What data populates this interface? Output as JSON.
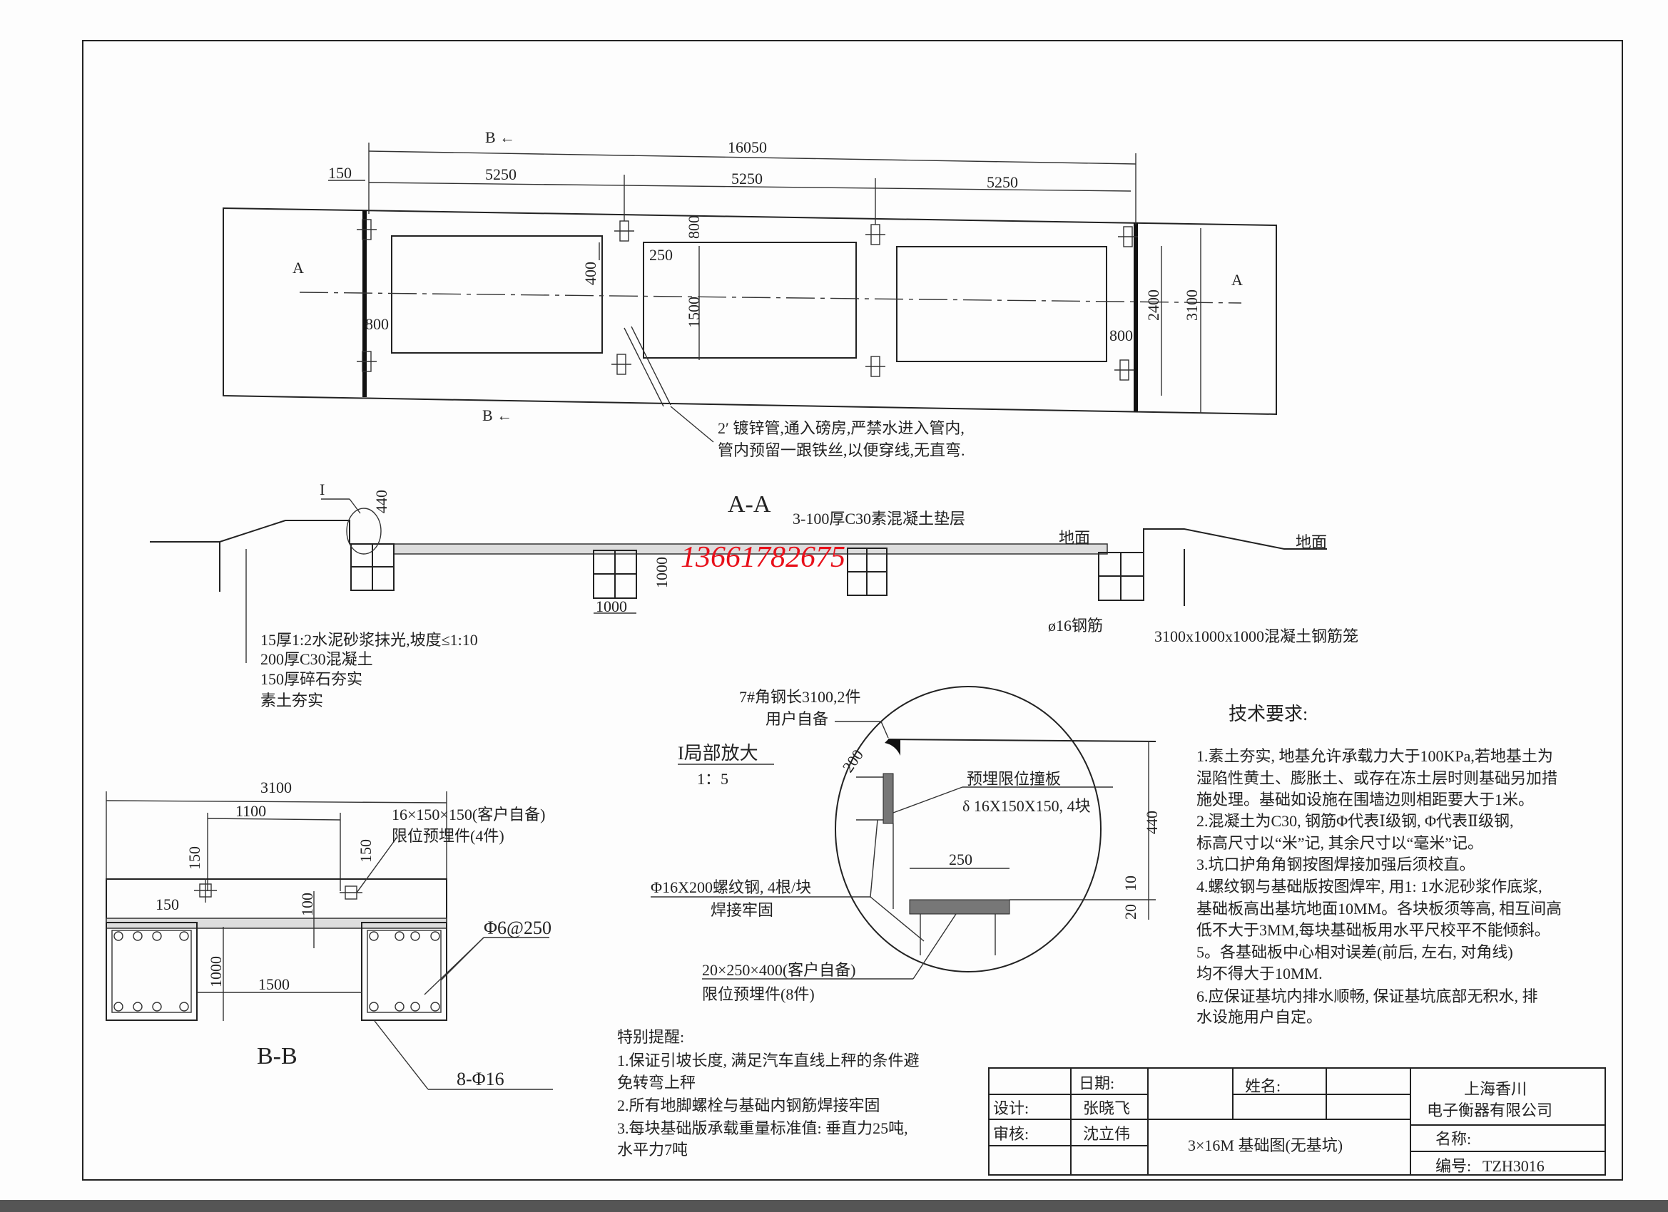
{
  "plan": {
    "b_marker_top": "B ←",
    "b_marker_bottom": "B ←",
    "a_marker_left": "A",
    "a_marker_right": "A",
    "dim_total": "16050",
    "dim_offset": "150",
    "dim_segments": [
      "5250",
      "5250",
      "5250"
    ],
    "dim_800_top": "800",
    "dim_400": "400",
    "dim_250": "250",
    "dim_1500": "1500",
    "dim_800_left": "800",
    "dim_800_right": "800",
    "dim_2400": "2400",
    "dim_3100": "3100",
    "pipe_note": [
      "2′ 镀锌管,通入磅房,严禁水进入管内,",
      "管内预留一跟铁丝,以便穿线,无直弯."
    ]
  },
  "section_aa": {
    "title": "A-A",
    "detail_marker": "I",
    "dim_440": "440",
    "cushion_label": "3-100厚C30素混凝土垫层",
    "ground_label_1": "地面",
    "ground_label_2": "地面",
    "dim_box_width": "1000",
    "dim_box_height": "1000",
    "phone_watermark": "13661782675",
    "layers": [
      "15厚1:2水泥砂浆抹光,坡度≤1:10",
      "200厚C30混凝土",
      "150厚碎石夯实",
      "素土夯实"
    ],
    "rebar_label": "ø16钢筋",
    "cage_label": "3100x1000x1000混凝土钢筋笼"
  },
  "detail_i": {
    "title": "I局部放大",
    "scale": "1：5",
    "angle_steel": "7#角钢长3100,2件",
    "angle_steel_note": "用户自备",
    "dim_200": "200",
    "stop_plate": "预埋限位撞板",
    "stop_plate_spec": "δ 16X150X150, 4块",
    "dim_440": "440",
    "dim_250": "250",
    "dim_10": "10",
    "dim_20": "20",
    "rebar": "Φ16X200螺纹钢, 4根/块",
    "rebar_note": "焊接牢固",
    "embed": "20×250×400(客户自备)",
    "embed_note": "限位预埋件(8件)"
  },
  "section_bb": {
    "title": "B-B",
    "dim_3100": "3100",
    "dim_1100": "1100",
    "dim_150_a": "150",
    "dim_150_b": "150",
    "dim_150_c": "150",
    "dim_100": "100",
    "dim_1000": "1000",
    "dim_1500": "1500",
    "embed_spec": "16×150×150(客户自备)",
    "embed_note": "限位预埋件(4件)",
    "stirrup": "Φ6@250",
    "main_rebar": "8-Φ16"
  },
  "special_notes": {
    "title": "特别提醒:",
    "lines": [
      "1.保证引坡长度, 满足汽车直线上秤的条件避",
      "免转弯上秤",
      "2.所有地脚螺栓与基础内钢筋焊接牢固",
      "3.每块基础版承载重量标准值: 垂直力25吨,",
      "水平力7吨"
    ]
  },
  "tech_requirements": {
    "title": "技术要求:",
    "lines": [
      "1.素土夯实, 地基允许承载力大于100KPa,若地基土为",
      "湿陷性黄土、膨胀土、或存在冻土层时则基础另加措",
      "施处理。基础如设施在围墙边则相距要大于1米。",
      "2.混凝土为C30, 钢筋Φ代表Ⅰ级钢, Φ代表Ⅱ级钢,",
      "标高尺寸以“米”记, 其余尺寸以“毫米”记。",
      "3.坑口护角角钢按图焊接加强后须校直。",
      "4.螺纹钢与基础版按图焊牢, 用1: 1水泥砂浆作底浆,",
      "基础板高出基坑地面10MM。各块板须等高, 相互间高",
      "低不大于3MM,每块基础板用水平尺校平不能倾斜。",
      "5。各基础板中心相对误差(前后, 左右, 对角线)",
      "均不得大于10MM.",
      "6.应保证基坑内排水顺畅, 保证基坑底部无积水, 排",
      "水设施用户自定。"
    ]
  },
  "title_block": {
    "date_label": "日期:",
    "name_label": "姓名:",
    "design_label": "设计:",
    "designer": "张晓飞",
    "review_label": "审核:",
    "reviewer": "沈立伟",
    "drawing_title": "3×16M 基础图(无基坑)",
    "company_line1": "上海香川",
    "company_line2": "电子衡器有限公司",
    "title_label": "名称:",
    "number_label": "编号:",
    "number": "TZH3016"
  },
  "colors": {
    "watermark": "#e8101a",
    "line": "#222222"
  }
}
